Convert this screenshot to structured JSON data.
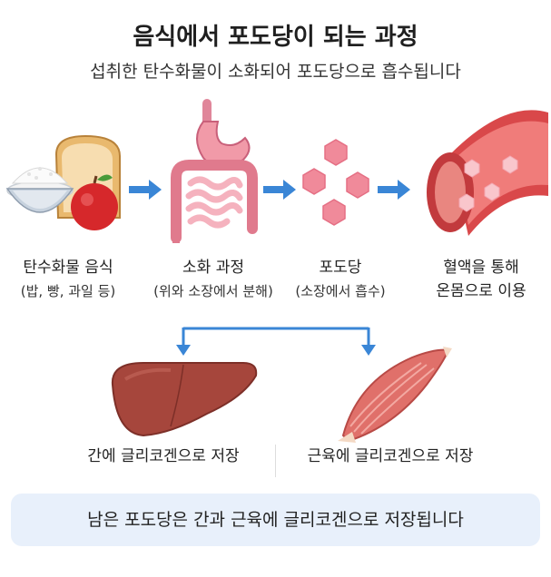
{
  "header": {
    "title": "음식에서 포도당이 되는 과정",
    "subtitle": "섭취한 탄수화물이 소화되어 포도당으로 흡수됩니다"
  },
  "steps": [
    {
      "label": "탄수화물 음식",
      "detail": "(밥, 빵, 과일 등)",
      "icon": "carbohydrate-food-icon"
    },
    {
      "label": "소화 과정",
      "detail": "(위와 소장에서 분해)",
      "icon": "digestive-system-icon"
    },
    {
      "label": "포도당",
      "detail": "(소장에서 흡수)",
      "icon": "glucose-molecules-icon"
    },
    {
      "label": "혈액을 통해",
      "detail": "온몸으로 이용",
      "icon": "blood-vessel-icon"
    }
  ],
  "storage": [
    {
      "label": "간에 글리코겐으로 저장",
      "icon": "liver-icon"
    },
    {
      "label": "근육에 글리코겐으로 저장",
      "icon": "muscle-icon"
    }
  ],
  "summary": "남은 포도당은 간과 근육에 글리코겐으로 저장됩니다",
  "colors": {
    "arrow": "#3a86d6",
    "liver": "#a6463c",
    "muscle": "#e0706a",
    "vessel": "#d9484a",
    "glucose": "#f08a9a",
    "summary_bg": "#e8f0fb"
  }
}
